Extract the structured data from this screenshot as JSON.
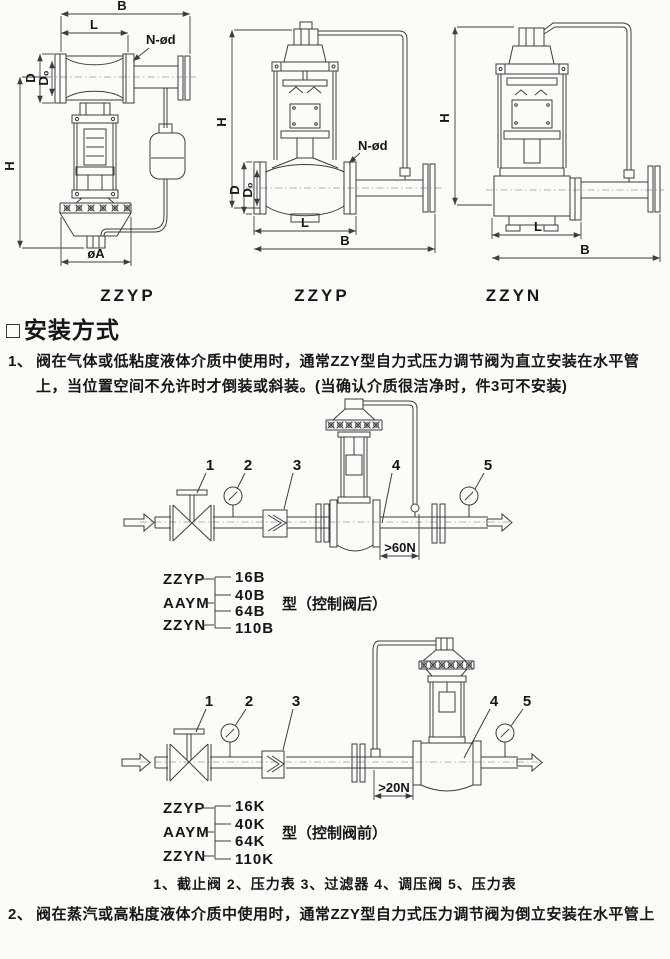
{
  "colors": {
    "paper": "#fbfbf8",
    "ink": "#3d3d3d",
    "text": "#161616"
  },
  "top_drawings": {
    "d1": {
      "label": "ZZYP",
      "dim_B": "B",
      "dim_L": "L",
      "dim_N": "N-ød",
      "dim_H": "H",
      "dim_D": "D",
      "dim_D0": "D₀",
      "dim_A": "øA"
    },
    "d2": {
      "label": "ZZYP",
      "dim_H": "H",
      "dim_N": "N-ød",
      "dim_D": "D",
      "dim_D0": "D₀",
      "dim_L": "L",
      "dim_B": "B"
    },
    "d3": {
      "label": "ZZYN",
      "dim_H": "H",
      "dim_L": "L",
      "dim_B": "B"
    }
  },
  "section_header": {
    "bullet": "□",
    "title": "安装方式"
  },
  "notes": {
    "n1": {
      "num": "1、",
      "text": "阀在气体或低粘度液体介质中使用时，通常ZZY型自力式压力调节阀为直立安装在水平管上，当位置空间不允许时才倒装或斜装。(当确认介质很洁净时，件3可不安装)"
    },
    "n2": {
      "num": "2、",
      "text": "阀在蒸汽或高粘度液体介质中使用时，通常ZZY型自力式压力调节阀为倒立安装在水平管上"
    }
  },
  "schematic_after": {
    "c1": "1",
    "c2": "2",
    "c3": "3",
    "c4": "4",
    "c5": "5",
    "dim": ">60N"
  },
  "schematic_before": {
    "c1": "1",
    "c2": "2",
    "c3": "3",
    "c4": "4",
    "c5": "5",
    "dim": ">20N"
  },
  "type_block_after": {
    "models": [
      "ZZYP",
      "AAYM",
      "ZZYN"
    ],
    "codes": [
      "16B",
      "40B",
      "64B",
      "110B"
    ],
    "label": "型（控制阀后）"
  },
  "type_block_before": {
    "models": [
      "ZZYP",
      "AAYM",
      "ZZYN"
    ],
    "codes": [
      "16K",
      "40K",
      "64K",
      "110K"
    ],
    "label": "型（控制阀前）"
  },
  "legend": "1、截止阀 2、压力表 3、过滤器 4、调压阀 5、压力表"
}
